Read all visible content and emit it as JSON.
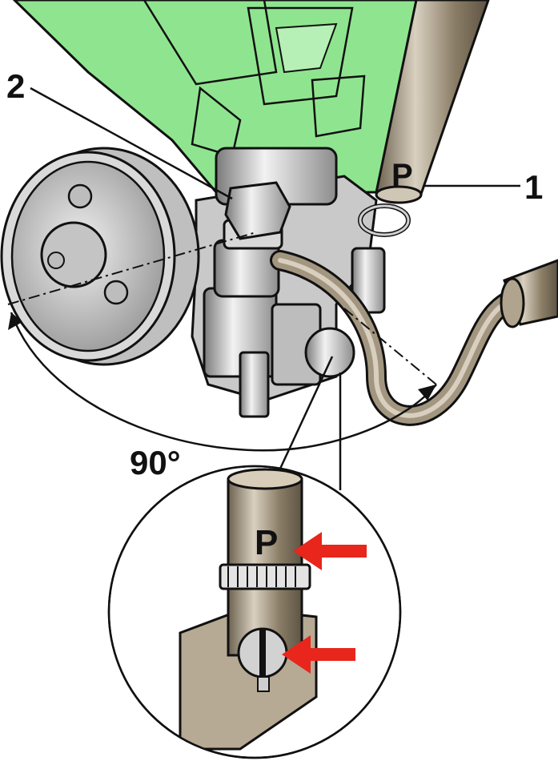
{
  "labels": {
    "callout_1": "1",
    "callout_2": "2",
    "pressure_hose": "P",
    "pressure_hose_detail": "P",
    "angle": "90°"
  },
  "colors": {
    "bracket": "#8fe58f",
    "hose": "#8a7d66",
    "pump": "#c8c8c8",
    "arrow": "#e8261c"
  }
}
